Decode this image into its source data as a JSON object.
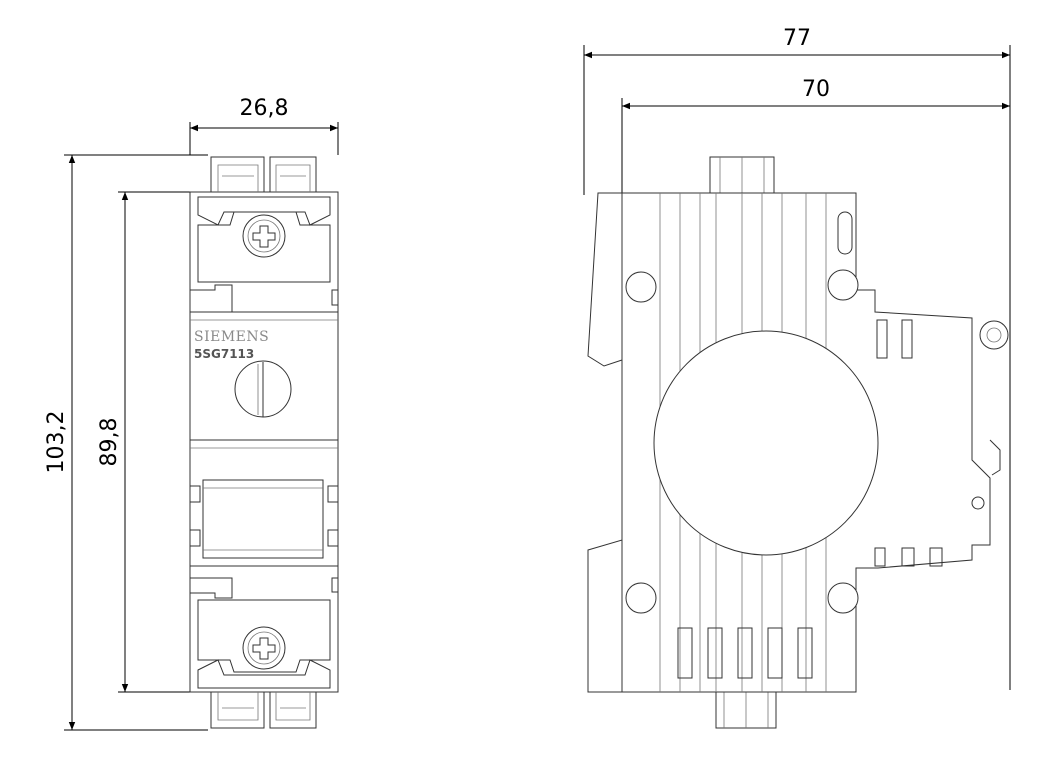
{
  "front_view": {
    "width_dim": "26,8",
    "height_total_dim": "103,2",
    "height_body_dim": "89,8",
    "brand_label": "SIEMENS",
    "model_label": "5SG7113"
  },
  "side_view": {
    "depth_total_dim": "77",
    "depth_body_dim": "70"
  },
  "colors": {
    "lines": "#000000",
    "part_outline": "#333333",
    "brand_text": "#8a8a8a"
  }
}
